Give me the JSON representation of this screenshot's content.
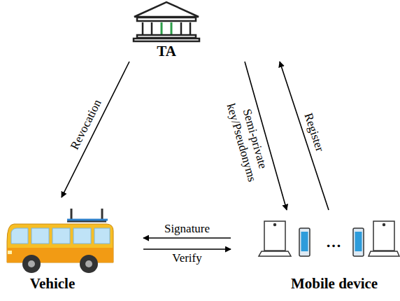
{
  "diagram": {
    "nodes": [
      {
        "text": [
          "TA"
        ]
      },
      {
        "text": [
          "Vehicle"
        ]
      },
      {
        "text": [
          "Mobile device"
        ]
      }
    ],
    "edges": [
      {
        "from": 0,
        "to": 1,
        "label": "Revocation",
        "arrow": "to"
      },
      {
        "from": 0,
        "to": 2,
        "label": "Semi-private key/Pseudonyms",
        "arrow": "to"
      },
      {
        "from": 2,
        "to": 0,
        "label": "Register",
        "arrow": "to"
      },
      {
        "from": 2,
        "to": 1,
        "label": "Signature",
        "arrow": "to"
      },
      {
        "from": 1,
        "to": 2,
        "label": "Verify",
        "arrow": "to"
      }
    ],
    "labels": [
      "…"
    ]
  }
}
